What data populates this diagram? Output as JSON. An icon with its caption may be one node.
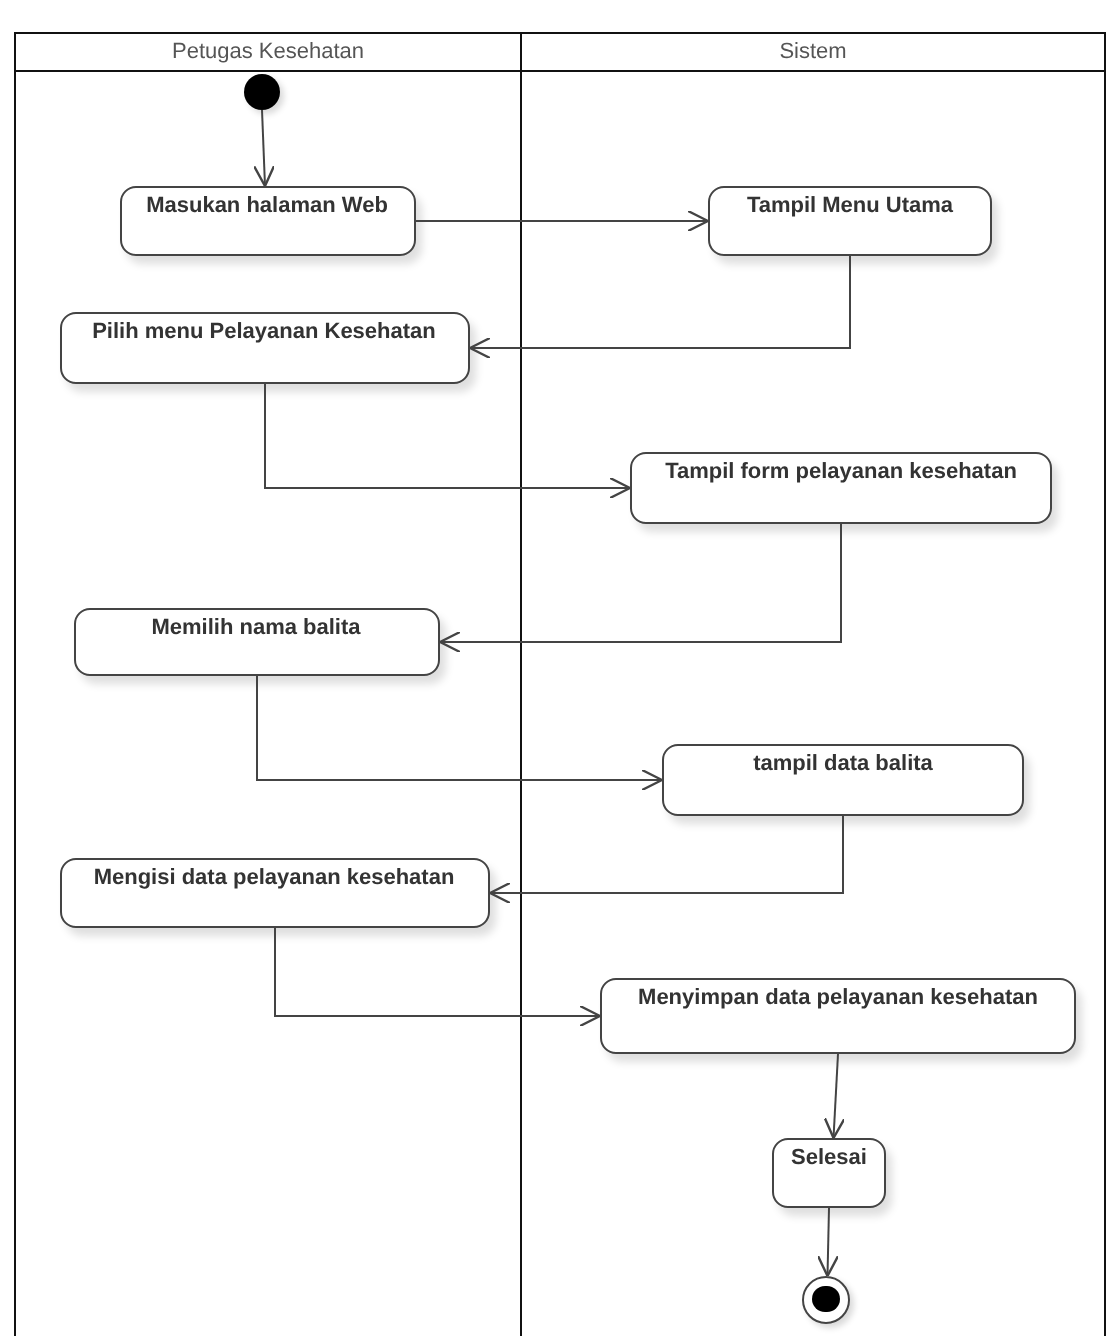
{
  "diagram": {
    "nodes": [
      {
        "text": [
          "Petugas Kesehatan"
        ]
      },
      {
        "text": [
          "Sistem"
        ]
      },
      {
        "text": [],
        "shape": "circle",
        "in": 0
      },
      {
        "text": [
          "Masukan halaman Web"
        ],
        "in": 0
      },
      {
        "text": [
          "Tampil Menu Utama"
        ],
        "in": 1
      },
      {
        "text": [
          "Pilih menu Pelayanan Kesehatan"
        ],
        "in": 0
      },
      {
        "text": [
          "Tampil form pelayanan kesehatan"
        ],
        "in": 1
      },
      {
        "text": [
          "Memilih nama balita"
        ],
        "in": 0
      },
      {
        "text": [
          "tampil data balita"
        ],
        "in": 1
      },
      {
        "text": [
          "Mengisi data pelayanan kesehatan"
        ],
        "in": 0
      },
      {
        "text": [
          "Menyimpan data pelayanan kesehatan"
        ],
        "in": 1
      },
      {
        "text": [
          "Selesai"
        ],
        "in": 1
      },
      {
        "text": [],
        "shape": "bullseye",
        "in": 1
      }
    ],
    "edges": [
      {
        "from": 2,
        "to": 3,
        "arrow": "to"
      },
      {
        "from": 3,
        "to": 4,
        "arrow": "to"
      },
      {
        "from": 4,
        "to": 5,
        "arrow": "to"
      },
      {
        "from": 5,
        "to": 6,
        "arrow": "to"
      },
      {
        "from": 6,
        "to": 7,
        "arrow": "to"
      },
      {
        "from": 7,
        "to": 8,
        "arrow": "to"
      },
      {
        "from": 8,
        "to": 9,
        "arrow": "to"
      },
      {
        "from": 9,
        "to": 10,
        "arrow": "to"
      },
      {
        "from": 10,
        "to": 11,
        "arrow": "to"
      },
      {
        "from": 11,
        "to": 12,
        "arrow": "to"
      }
    ]
  }
}
